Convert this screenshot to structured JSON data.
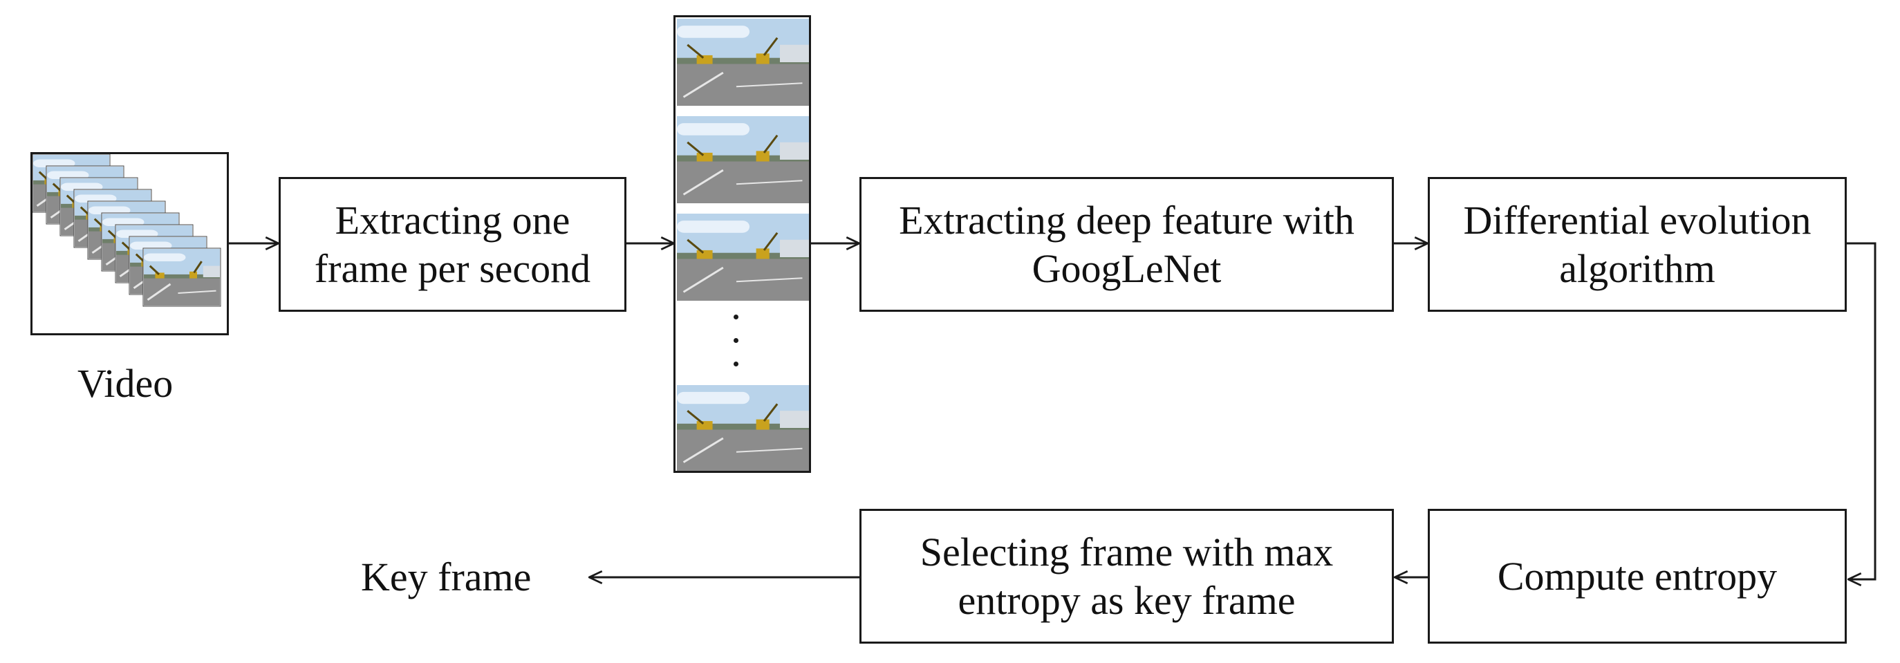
{
  "diagram": {
    "nodes": {
      "video_label": "Video",
      "extract_frames": "Extracting one\nframe per second",
      "deep_feature": "Extracting deep feature with\nGoogLeNet",
      "diff_evolution": "Differential evolution\nalgorithm",
      "compute_entropy": "Compute entropy",
      "select_frame": "Selecting frame with max\nentropy as key frame",
      "key_frame_label": "Key frame"
    },
    "flow": [
      [
        "video",
        "extract_frames"
      ],
      [
        "extract_frames",
        "frame_strip"
      ],
      [
        "frame_strip",
        "deep_feature"
      ],
      [
        "deep_feature",
        "diff_evolution"
      ],
      [
        "diff_evolution",
        "compute_entropy"
      ],
      [
        "compute_entropy",
        "select_frame"
      ],
      [
        "select_frame",
        "key_frame_label"
      ]
    ],
    "colors": {
      "line": "#1a1a1a",
      "sky": "#b9d3ea",
      "ground": "#8c8c8c",
      "machine": "#c9a21e"
    }
  }
}
